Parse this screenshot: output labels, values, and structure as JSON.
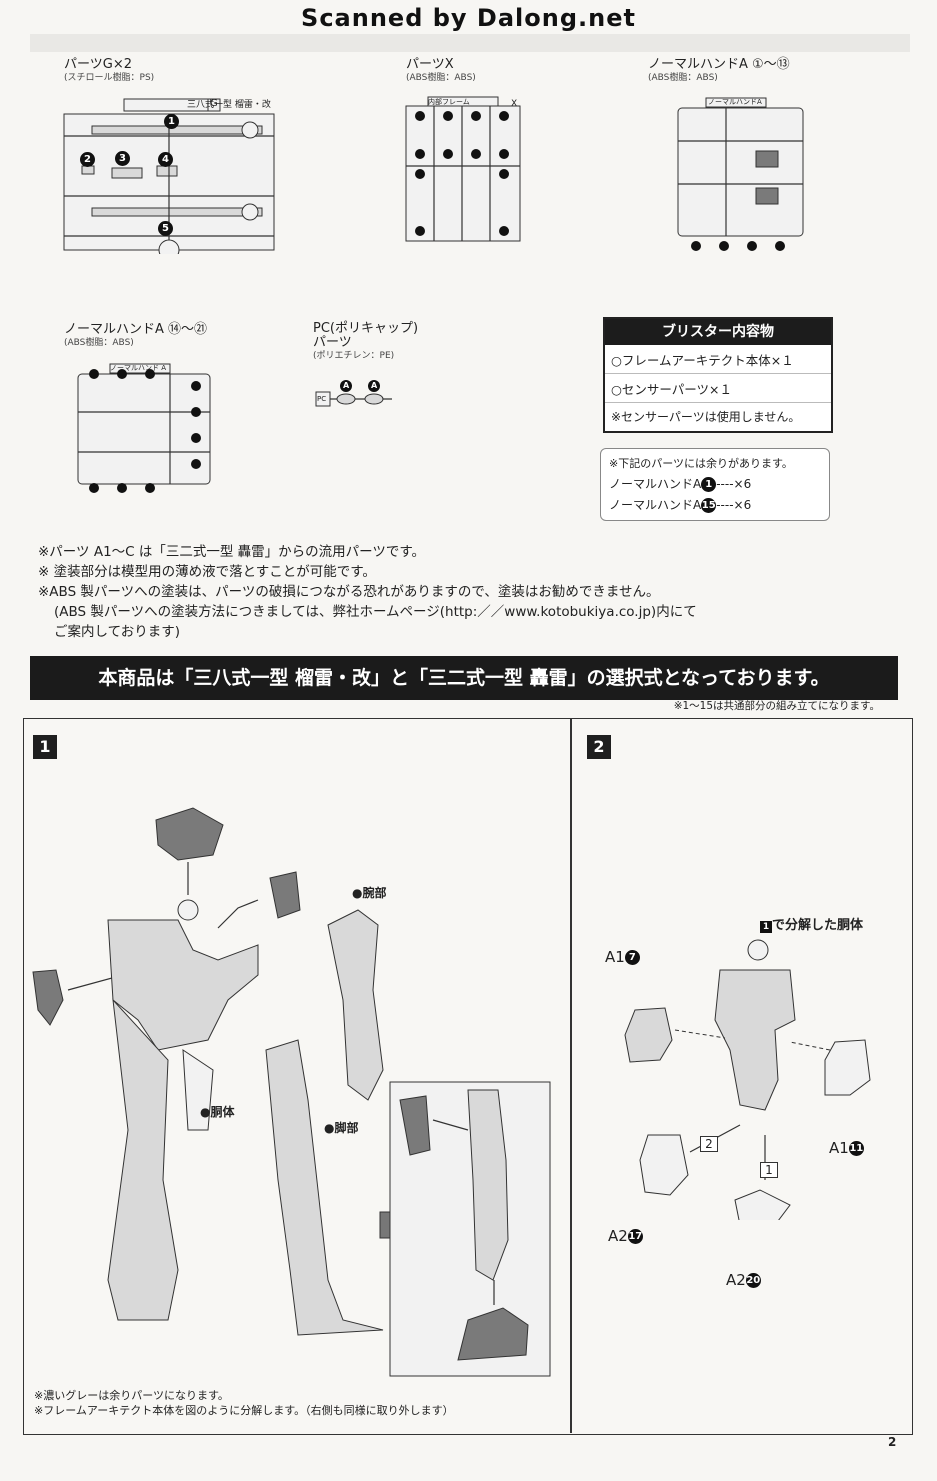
{
  "header": {
    "scan_credit": "Scanned by Dalong.net"
  },
  "runners": {
    "g": {
      "title": "パーツG×2",
      "material": "(スチロール樹脂：PS)",
      "tag": "G",
      "header": "三八式一型 榴雷・改",
      "numbers": [
        "1",
        "2",
        "3",
        "4",
        "5"
      ]
    },
    "x": {
      "title": "パーツX",
      "material": "(ABS樹脂：ABS)",
      "tag": "X",
      "header": "内部フレーム"
    },
    "hand_a1": {
      "title": "ノーマルハンドA ①～⑬",
      "material": "(ABS樹脂：ABS)",
      "header": "ノーマルハンドA"
    },
    "hand_a2": {
      "title": "ノーマルハンドA ⑭～㉑",
      "material": "(ABS樹脂：ABS)",
      "header": "ノーマルハンド A"
    },
    "pc": {
      "title": "PC(ポリキャップ)",
      "title2": "パーツ",
      "material": "(ポリエチレン：PE)",
      "tag": "PC",
      "letter": "A"
    }
  },
  "blister": {
    "heading": "ブリスター内容物",
    "rows": [
      "○フレームアーキテクト本体×１",
      "○センサーパーツ×１",
      "※センサーパーツは使用しません。"
    ]
  },
  "spare": {
    "intro": "※下記のパーツには余りがあります。",
    "rows": [
      {
        "name": "ノーマルハンドA",
        "num": "1",
        "qty": "----×6"
      },
      {
        "name": "ノーマルハンドA",
        "num": "15",
        "qty": "----×6"
      }
    ]
  },
  "notes": [
    "※パーツ A1～C は「三二式一型 轟雷」からの流用パーツです。",
    "※ 塗装部分は模型用の薄め液で落とすことが可能です。",
    "※ABS 製パーツへの塗装は、パーツの破損につながる恐れがありますので、塗装はお勧めできません。",
    "(ABS 製パーツへの塗装方法につきましては、弊社ホームページ(http:／／www.kotobukiya.co.jp)内にて",
    "ご案内しております)"
  ],
  "banner": "本商品は「三八式一型 榴雷・改」と「三二式一型 轟雷」の選択式となっております。",
  "subnote": "※1～15は共通部分の組み立てになります。",
  "step1": {
    "num": "1",
    "arm": "●腕部",
    "body": "●胴体",
    "leg": "●脚部"
  },
  "step2": {
    "num": "2",
    "callout": "で分解した胴体",
    "callout_num": "1",
    "labels": [
      {
        "part": "A1",
        "num": "7"
      },
      {
        "part": "A1",
        "num": "11"
      },
      {
        "part": "A2",
        "num": "17"
      },
      {
        "part": "A2",
        "num": "20"
      }
    ],
    "order": [
      "2",
      "1"
    ]
  },
  "footer_notes": [
    "※濃いグレーは余りパーツになります。",
    "※フレームアーキテクト本体を図のように分解します。（右側も同様に取り外します）"
  ],
  "page_number": "2"
}
